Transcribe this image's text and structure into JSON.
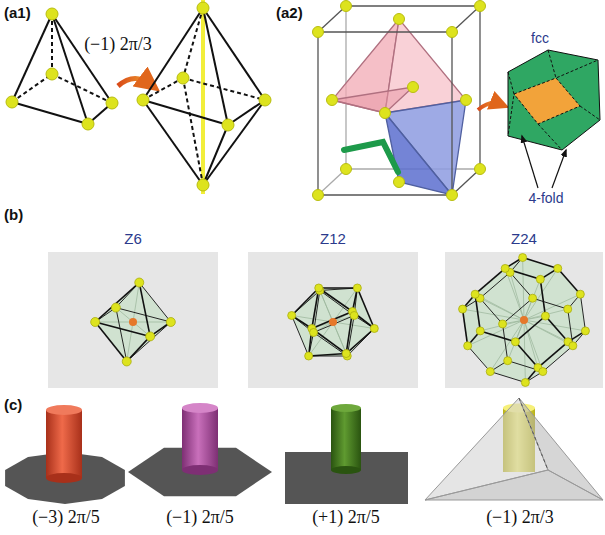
{
  "diagram": {
    "labels": [
      "(a1)",
      "(−1) 2π/3",
      "(a2)",
      "fcc",
      "4-fold",
      "(b)",
      "Z6",
      "Z12",
      "Z24",
      "(c)",
      "(−3) 2π/5",
      "(−1) 2π/5",
      "(+1) 2π/5",
      "(−1) 2π/3"
    ]
  }
}
